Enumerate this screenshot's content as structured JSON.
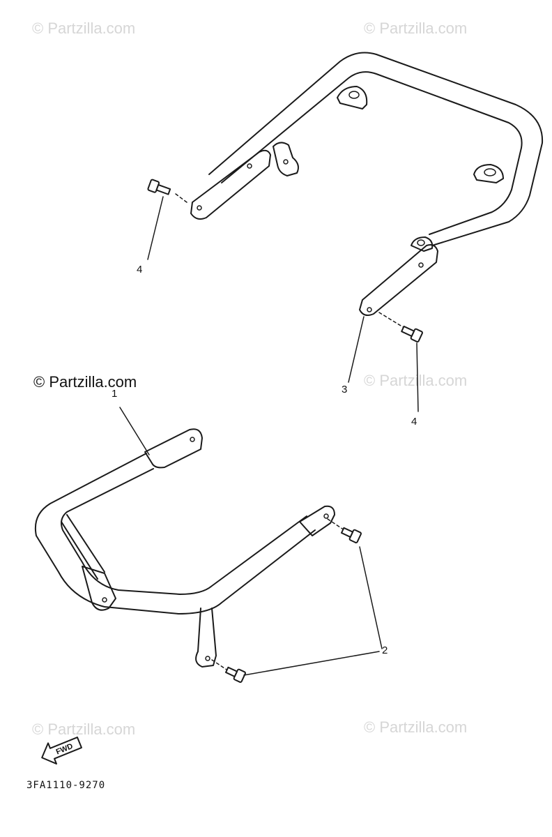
{
  "watermarks": {
    "top_left": "© Partzilla.com",
    "top_right": "© Partzilla.com",
    "mid_left": "© Partzilla.com",
    "mid_right": "© Partzilla.com",
    "bottom_left": "© Partzilla.com",
    "bottom_right": "© Partzilla.com"
  },
  "callouts": {
    "c1": "1",
    "c2": "2",
    "c3": "3",
    "c4_top": "4",
    "c4_right": "4"
  },
  "fwd_indicator": {
    "label": "FWD"
  },
  "diagram_code": "3FA1110-9270"
}
